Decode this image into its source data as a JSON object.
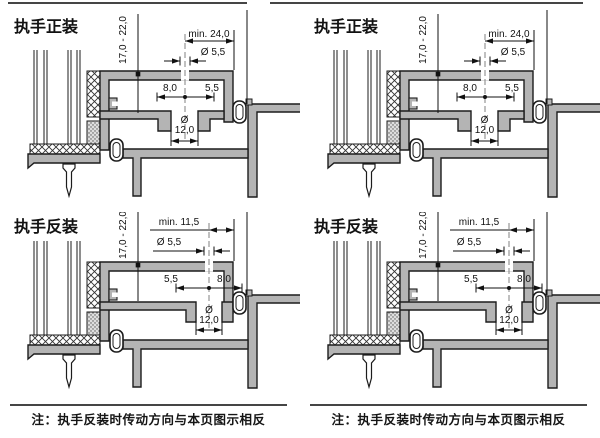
{
  "colors": {
    "background": "#ffffff",
    "profile_fill": "#b4b4b4",
    "outline": "#1c1c1c",
    "dim_color": "#111111",
    "rule_color": "#454545"
  },
  "columns": [
    {
      "note": "注：执手反装时传动方向与本页图示相反",
      "diagrams": [
        {
          "variant": "front",
          "title": "执手正装",
          "dim_vertical": "17,0 - 22,0",
          "dim_min": "min. 24,0",
          "dim_hole_dia": "Ø 5,5",
          "dim_seg_left": "8,0",
          "dim_seg_right": "5,5",
          "dim_slot_dia_symbol": "Ø",
          "dim_slot_dia": "12,0"
        },
        {
          "variant": "reverse",
          "title": "执手反装",
          "dim_vertical": "17,0 - 22,0",
          "dim_min": "min. 11,5",
          "dim_hole_dia": "Ø 5,5",
          "dim_seg_left": "5,5",
          "dim_seg_right": "8,0",
          "dim_slot_dia_symbol": "Ø",
          "dim_slot_dia": "12,0"
        }
      ]
    },
    {
      "note": "注：执手反装时传动方向与本页图示相反",
      "diagrams": [
        {
          "variant": "front",
          "title": "执手正装",
          "dim_vertical": "17,0 - 22,0",
          "dim_min": "min. 24,0",
          "dim_hole_dia": "Ø 5,5",
          "dim_seg_left": "8,0",
          "dim_seg_right": "5,5",
          "dim_slot_dia_symbol": "Ø",
          "dim_slot_dia": "12,0"
        },
        {
          "variant": "reverse",
          "title": "执手反装",
          "dim_vertical": "17,0 - 22,0",
          "dim_min": "min. 11,5",
          "dim_hole_dia": "Ø 5,5",
          "dim_seg_left": "5,5",
          "dim_seg_right": "8,0",
          "dim_slot_dia_symbol": "Ø",
          "dim_slot_dia": "12,0"
        }
      ]
    }
  ]
}
